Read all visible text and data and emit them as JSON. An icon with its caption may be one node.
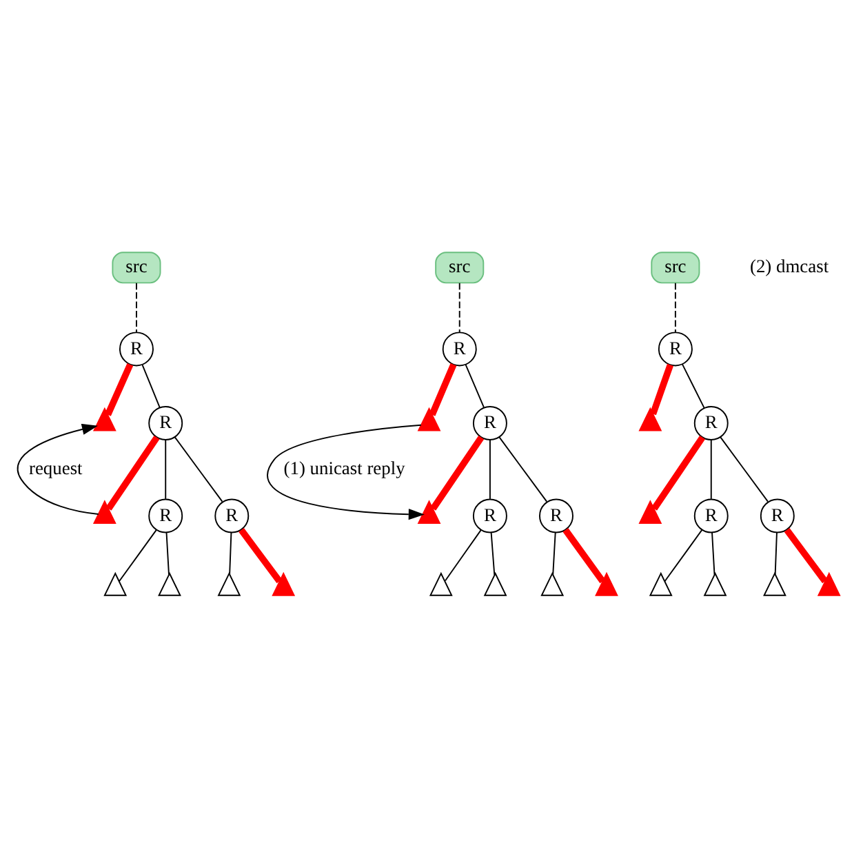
{
  "diagram": {
    "nodes": [
      {
        "text": [
          "src"
        ]
      },
      {
        "text": [
          "R"
        ]
      },
      {
        "text": [],
        "shape": "triangle"
      },
      {
        "text": [
          "R"
        ]
      },
      {
        "text": [],
        "shape": "triangle"
      },
      {
        "text": [
          "R"
        ]
      },
      {
        "text": [],
        "shape": "triangle"
      },
      {
        "text": [],
        "shape": "triangle"
      },
      {
        "text": [
          "R"
        ]
      },
      {
        "text": [],
        "shape": "triangle"
      },
      {
        "text": [],
        "shape": "triangle"
      },
      {
        "text": [
          "src"
        ]
      },
      {
        "text": [
          "R"
        ]
      },
      {
        "text": [],
        "shape": "triangle"
      },
      {
        "text": [
          "R"
        ]
      },
      {
        "text": [],
        "shape": "triangle"
      },
      {
        "text": [
          "R"
        ]
      },
      {
        "text": [],
        "shape": "triangle"
      },
      {
        "text": [],
        "shape": "triangle"
      },
      {
        "text": [
          "R"
        ]
      },
      {
        "text": [],
        "shape": "triangle"
      },
      {
        "text": [],
        "shape": "triangle"
      },
      {
        "text": [
          "src"
        ]
      },
      {
        "text": [
          "R"
        ]
      },
      {
        "text": [],
        "shape": "triangle"
      },
      {
        "text": [
          "R"
        ]
      },
      {
        "text": [],
        "shape": "triangle"
      },
      {
        "text": [
          "R"
        ]
      },
      {
        "text": [],
        "shape": "triangle"
      },
      {
        "text": [],
        "shape": "triangle"
      },
      {
        "text": [
          "R"
        ]
      },
      {
        "text": [],
        "shape": "triangle"
      },
      {
        "text": [],
        "shape": "triangle"
      }
    ],
    "edges": [
      {
        "from": 0,
        "to": 1,
        "arrow": "none",
        "style": "dashed"
      },
      {
        "from": 1,
        "to": 2,
        "arrow": "none",
        "style": "thick",
        "color": "#ff0000"
      },
      {
        "from": 1,
        "to": 3,
        "arrow": "none"
      },
      {
        "from": 3,
        "to": 4,
        "arrow": "none",
        "style": "thick",
        "color": "#ff0000"
      },
      {
        "from": 3,
        "to": 5,
        "arrow": "none"
      },
      {
        "from": 3,
        "to": 8,
        "arrow": "none"
      },
      {
        "from": 5,
        "to": 6,
        "arrow": "none"
      },
      {
        "from": 5,
        "to": 7,
        "arrow": "none"
      },
      {
        "from": 8,
        "to": 9,
        "arrow": "none"
      },
      {
        "from": 8,
        "to": 10,
        "arrow": "none",
        "style": "thick",
        "color": "#ff0000"
      },
      {
        "from": 4,
        "to": 2,
        "arrow": "to",
        "label": "request"
      },
      {
        "from": 11,
        "to": 12,
        "arrow": "none",
        "style": "dashed"
      },
      {
        "from": 12,
        "to": 13,
        "arrow": "none",
        "style": "thick",
        "color": "#ff0000"
      },
      {
        "from": 12,
        "to": 14,
        "arrow": "none"
      },
      {
        "from": 14,
        "to": 15,
        "arrow": "none",
        "style": "thick",
        "color": "#ff0000"
      },
      {
        "from": 14,
        "to": 16,
        "arrow": "none"
      },
      {
        "from": 14,
        "to": 19,
        "arrow": "none"
      },
      {
        "from": 16,
        "to": 17,
        "arrow": "none"
      },
      {
        "from": 16,
        "to": 18,
        "arrow": "none"
      },
      {
        "from": 19,
        "to": 20,
        "arrow": "none"
      },
      {
        "from": 19,
        "to": 21,
        "arrow": "none",
        "style": "thick",
        "color": "#ff0000"
      },
      {
        "from": 13,
        "to": 15,
        "arrow": "to",
        "label": "(1) unicast reply"
      },
      {
        "from": 22,
        "to": 23,
        "arrow": "none",
        "style": "dashed"
      },
      {
        "from": 23,
        "to": 24,
        "arrow": "none",
        "style": "thick",
        "color": "#ff0000"
      },
      {
        "from": 23,
        "to": 25,
        "arrow": "none"
      },
      {
        "from": 25,
        "to": 26,
        "arrow": "none",
        "style": "thick",
        "color": "#ff0000"
      },
      {
        "from": 25,
        "to": 27,
        "arrow": "none"
      },
      {
        "from": 25,
        "to": 30,
        "arrow": "none"
      },
      {
        "from": 27,
        "to": 28,
        "arrow": "none"
      },
      {
        "from": 27,
        "to": 29,
        "arrow": "none"
      },
      {
        "from": 30,
        "to": 31,
        "arrow": "none"
      },
      {
        "from": 30,
        "to": 32,
        "arrow": "none",
        "style": "thick",
        "color": "#ff0000"
      }
    ],
    "labels": [
      "(2) dmcast"
    ]
  }
}
